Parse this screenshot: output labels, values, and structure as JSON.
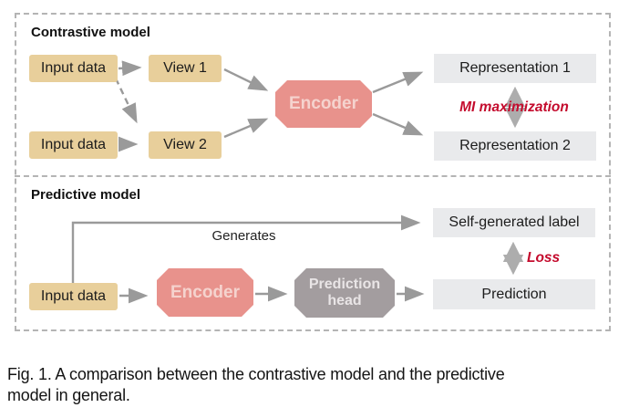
{
  "contrastive": {
    "title": "Contrastive model",
    "input1": "Input data",
    "input2": "Input data",
    "view1": "View 1",
    "view2": "View 2",
    "encoder": "Encoder",
    "rep1": "Representation 1",
    "rep2": "Representation 2",
    "mi_label": "MI maximization"
  },
  "predictive": {
    "title": "Predictive model",
    "input": "Input data",
    "generates": "Generates",
    "encoder": "Encoder",
    "prediction_head": "Prediction head",
    "self_label": "Self-generated label",
    "prediction": "Prediction",
    "loss_label": "Loss"
  },
  "caption": {
    "line1": "Fig. 1. A comparison between the contrastive model and the predictive",
    "line2": "model in general."
  },
  "colors": {
    "tan_box": "#e8cf9b",
    "encoder_box": "#e8928c",
    "head_box": "#a39d9f",
    "light_box": "#e9eaec",
    "accent_red": "#c40b2d",
    "arrow_gray": "#9a9a9a",
    "dash_border": "#b4b4b4"
  }
}
